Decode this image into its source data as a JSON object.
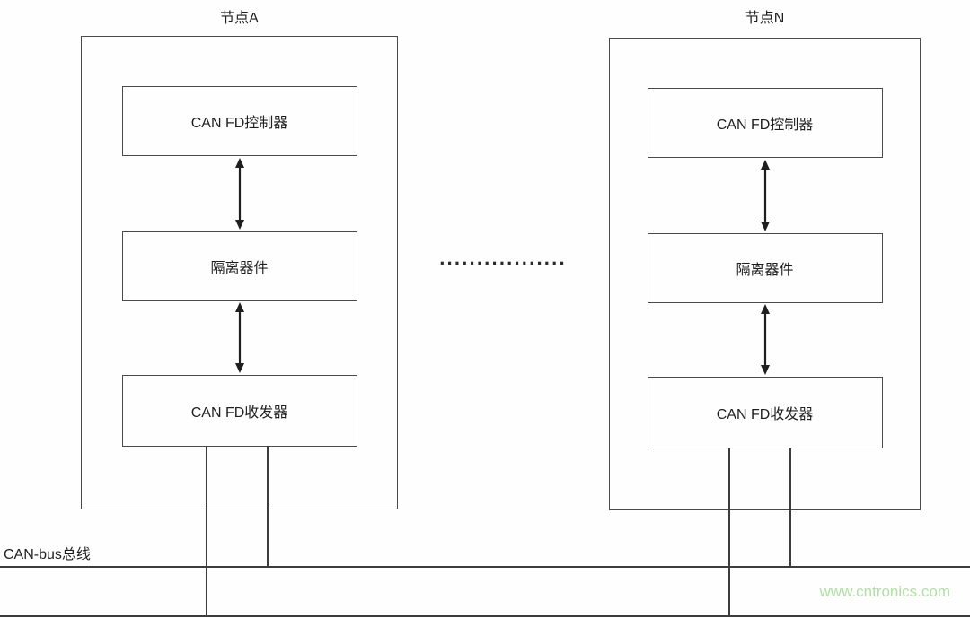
{
  "diagram": {
    "nodes": [
      {
        "title": "节点A",
        "blocks": [
          "CAN FD控制器",
          "隔离器件",
          "CAN FD收发器"
        ]
      },
      {
        "title": "节点N",
        "blocks": [
          "CAN FD控制器",
          "隔离器件",
          "CAN FD收发器"
        ]
      }
    ],
    "ellipsis": "·················",
    "bus_label": "CAN-bus总线",
    "watermark": "www.cntronics.com",
    "colors": {
      "line": "#3c3c3c",
      "box_border": "#4a4a4a",
      "text": "#1f1f1f",
      "watermark": "#b2dea6",
      "background": "#fefefe"
    }
  }
}
